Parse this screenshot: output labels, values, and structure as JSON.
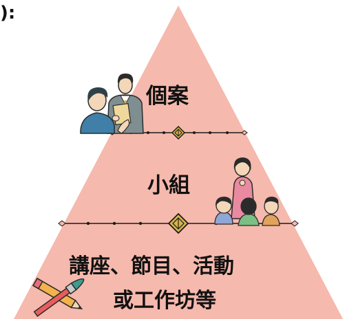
{
  "heading": "):",
  "tiers": [
    {
      "label": "個案"
    },
    {
      "label": "小組"
    },
    {
      "label_line1": "講座、節目、活動",
      "label_line2": "或工作坊等"
    }
  ],
  "colors": {
    "pyramid_fill": "#f6b9ad",
    "divider": "#1a1a1a",
    "diamond_gold": "#d8b44a",
    "text": "#111111"
  },
  "icons": [
    "two-people-talking-icon",
    "group-of-people-icon",
    "pencil-and-brush-icon"
  ]
}
